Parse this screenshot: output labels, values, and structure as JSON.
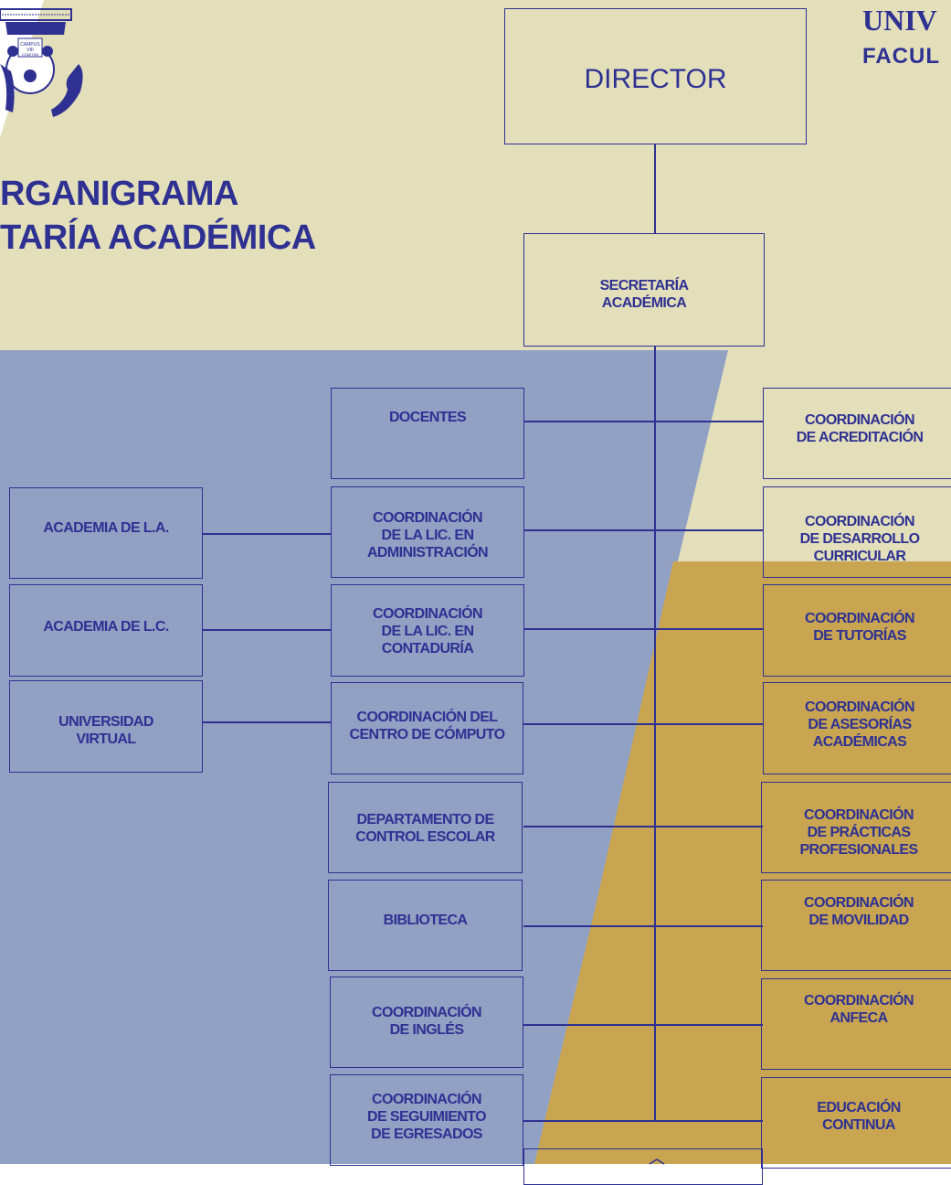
{
  "header": {
    "university": "UNIV",
    "faculty": "FACUL"
  },
  "title": {
    "line1": "RGANIGRAMA",
    "line2": "TARÍA ACADÉMICA"
  },
  "logo": {
    "name": "university-seal",
    "text": "CAMPUS VIII COMITÁN"
  },
  "colors": {
    "cream": "#e4dfbb",
    "blue": "#90a1c4",
    "gold": "#c9a552",
    "ink": "#2e3192"
  },
  "director": "DIRECTOR",
  "secretaria": "SECRETARÍA\nACADÉMICA",
  "academias": [
    "ACADEMIA DE L.A.",
    "ACADEMIA DE L.C.",
    "UNIVERSIDAD\nVIRTUAL"
  ],
  "left_units": [
    "DOCENTES",
    "COORDINACIÓN\nDE LA LIC. EN\nADMINISTRACIÓN",
    "COORDINACIÓN\nDE LA LIC. EN\nCONTADURÍA",
    "COORDINACIÓN DEL\nCENTRO DE CÓMPUTO",
    "DEPARTAMENTO DE\nCONTROL ESCOLAR",
    "BIBLIOTECA",
    "COORDINACIÓN\nDE INGLÉS",
    "COORDINACIÓN\nDE SEGUIMIENTO\nDE EGRESADOS"
  ],
  "right_units": [
    "COORDINACIÓN\nDE ACREDITACIÓN",
    "COORDINACIÓN\nDE DESARROLLO\nCURRICULAR",
    "COORDINACIÓN\nDE TUTORÍAS",
    "COORDINACIÓN\nDE ASESORÍAS\nACADÉMICAS",
    "COORDINACIÓN\nDE PRÁCTICAS\nPROFESIONALES",
    "COORDINACIÓN\nDE MOVILIDAD",
    "COORDINACIÓN\nANFECA",
    "EDUCACIÓN\nCONTINUA"
  ]
}
